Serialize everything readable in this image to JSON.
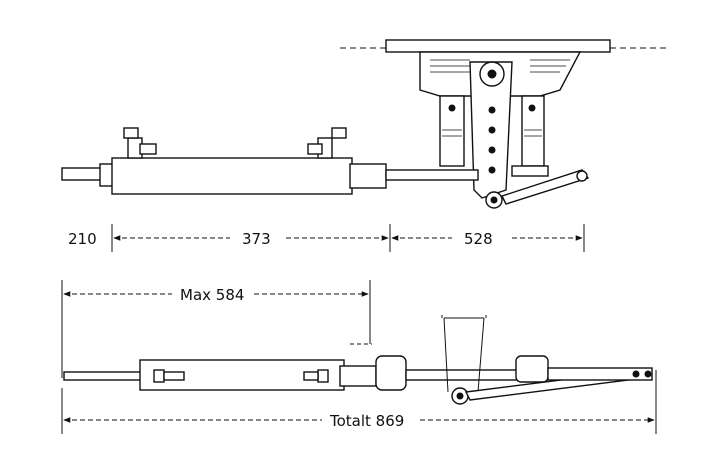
{
  "top_view": {
    "dim_rod_end": "210",
    "dim_cylinder": "373",
    "dim_arm": "528"
  },
  "bottom_view": {
    "dim_max_stroke": "Max 584",
    "dim_total": "Totalt 869"
  }
}
